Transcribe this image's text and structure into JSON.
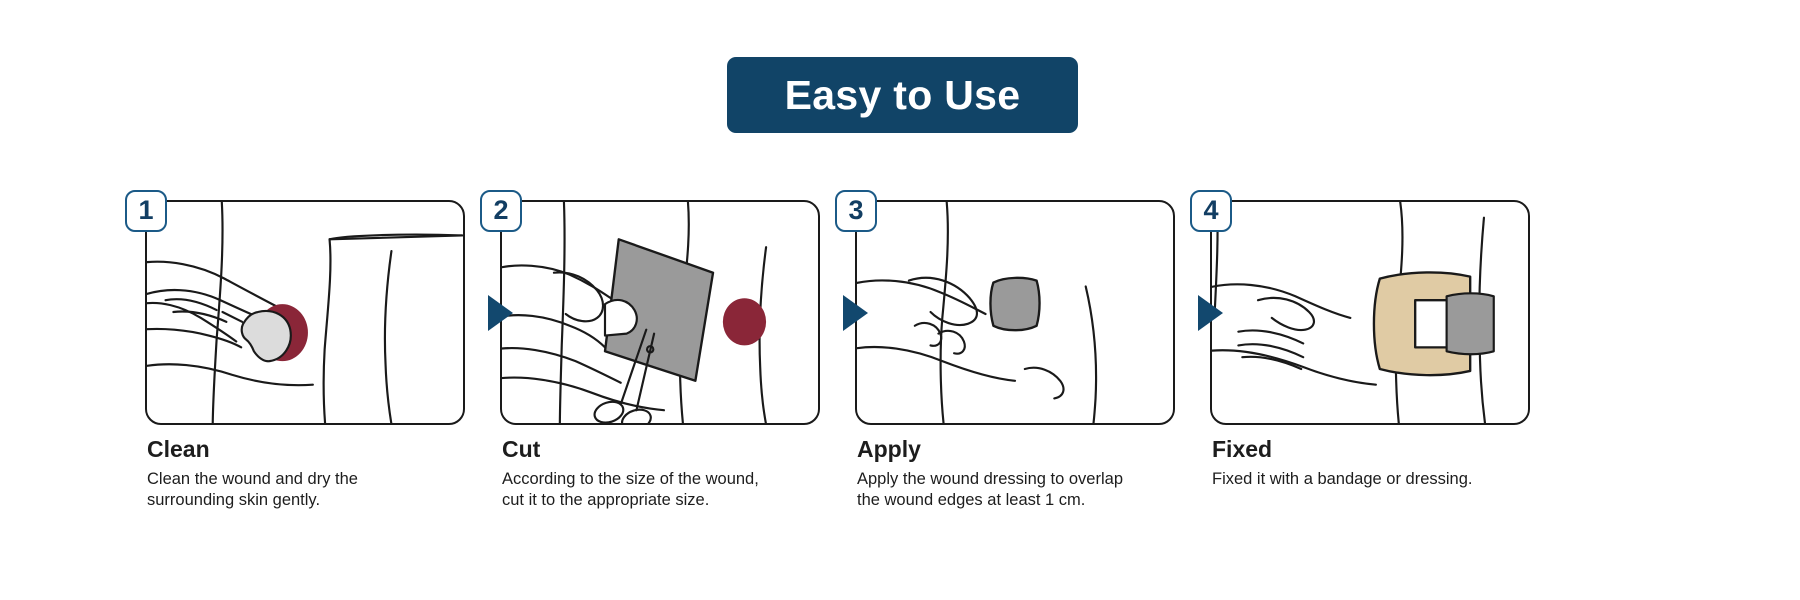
{
  "header": {
    "title": "Easy to Use",
    "banner_color": "#114467",
    "title_color": "#ffffff"
  },
  "theme": {
    "accent_navy": "#12486e",
    "badge_border": "#1b5a87",
    "badge_number_color": "#123e63",
    "line_art": "#1a1a1a",
    "wound_red": "#8a2638",
    "dressing_gray": "#9a9a9a",
    "bandage_beige": "#e0cba4",
    "swab_gray": "#dcdcdc",
    "text_color": "#1d1d1d",
    "background": "#ffffff"
  },
  "steps": [
    {
      "number": "1",
      "title": "Clean",
      "body_lines": [
        "Clean the wound and dry the",
        "surrounding skin gently."
      ],
      "illustration": "hand-with-cotton-swab-cleaning-wound",
      "has_arrow_after": true
    },
    {
      "number": "2",
      "title": "Cut",
      "body_lines": [
        "According to the size of the wound,",
        "cut it to the appropriate size."
      ],
      "illustration": "hand-cutting-dressing-with-scissors",
      "has_arrow_after": true
    },
    {
      "number": "3",
      "title": "Apply",
      "body_lines": [
        "Apply the wound dressing to overlap",
        "the wound edges at least 1 cm."
      ],
      "illustration": "hand-applying-dressing-to-wound",
      "has_arrow_after": true
    },
    {
      "number": "4",
      "title": "Fixed",
      "body_lines": [
        "Fixed it with a bandage or dressing."
      ],
      "illustration": "hand-fixing-bandage-over-dressing",
      "has_arrow_after": false
    }
  ]
}
